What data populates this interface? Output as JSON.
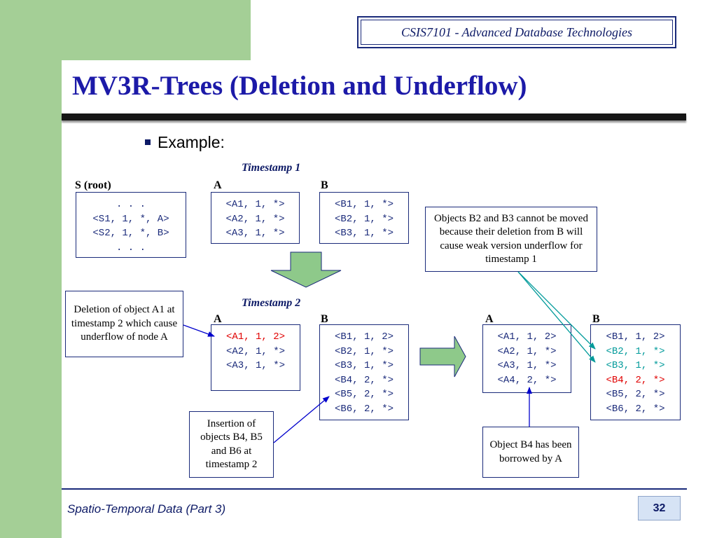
{
  "header": {
    "course": "CSIS7101 - Advanced Database Technologies"
  },
  "title": "MV3R-Trees (Deletion and Underflow)",
  "bullet": "Example:",
  "timestamp1": {
    "label": "Timestamp 1",
    "root": {
      "label": "S (root)",
      "entries": [
        ". . .",
        "<S1, 1, *, A>",
        "<S2, 1, *, B>",
        ". . ."
      ]
    },
    "node_a": {
      "label": "A",
      "entries": [
        "<A1, 1, *>",
        "<A2, 1, *>",
        "<A3, 1, *>"
      ]
    },
    "node_b": {
      "label": "B",
      "entries": [
        "<B1, 1, *>",
        "<B2, 1, *>",
        "<B3, 1, *>"
      ]
    }
  },
  "timestamp2": {
    "label": "Timestamp 2",
    "node_a": {
      "label": "A",
      "entries": [
        "<A1, 1, 2>",
        "<A2, 1, *>",
        "<A3, 1, *>"
      ]
    },
    "node_b": {
      "label": "B",
      "entries": [
        "<B1, 1, 2>",
        "<B2, 1, *>",
        "<B3, 1, *>",
        "<B4, 2, *>",
        "<B5, 2, *>",
        "<B6, 2, *>"
      ]
    }
  },
  "result": {
    "node_a": {
      "label": "A",
      "entries": [
        "<A1, 1, 2>",
        "<A2, 1, *>",
        "<A3, 1, *>",
        "<A4, 2, *>"
      ]
    },
    "node_b": {
      "label": "B",
      "entries": [
        "<B1, 1, 2>",
        "<B2, 1, *>",
        "<B3, 1, *>",
        "<B4, 2, *>",
        "<B5, 2, *>",
        "<B6, 2, *>"
      ]
    }
  },
  "callouts": {
    "deletion": "Deletion of object A1 at timestamp 2 which cause underflow of node A",
    "insertion": "Insertion of objects B4, B5 and B6 at timestamp 2",
    "cannot_move": "Objects B2 and B3 cannot be moved because their deletion from B will cause weak version underflow for timestamp 1",
    "borrowed": "Object B4 has been borrowed by A"
  },
  "footer": {
    "text": "Spatio-Temporal Data (Part 3)",
    "page": "32"
  },
  "colors": {
    "accent_green": "#a4cf96",
    "arrow_fill": "#8ec98a",
    "title_blue": "#1c1aa8",
    "entry_blue": "#1a2a7a",
    "highlight_red": "#e00000",
    "teal": "#009a9a",
    "connector_blue": "#0000cc"
  }
}
